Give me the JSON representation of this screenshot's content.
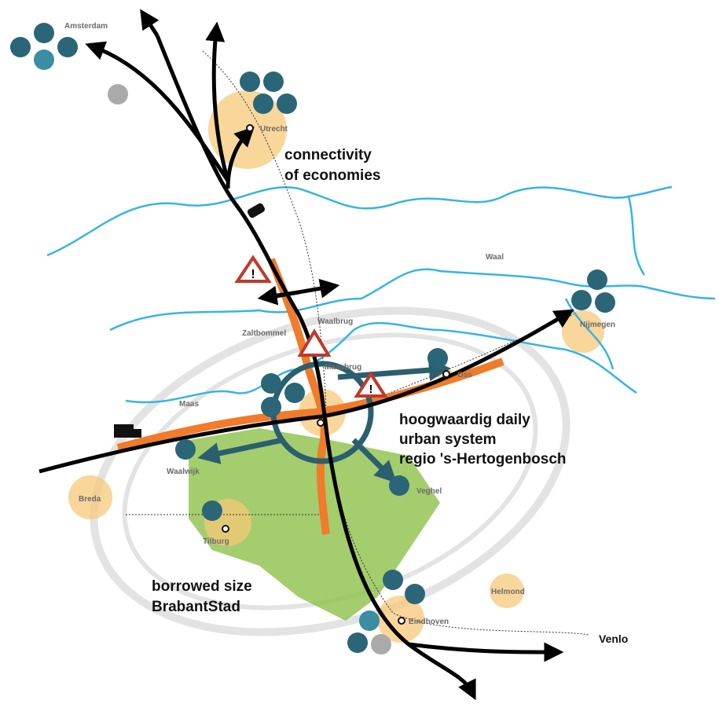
{
  "labels": {
    "amsterdam": "Amsterdam",
    "utrecht": "Utrecht",
    "connectivity_1": "connectivity",
    "connectivity_2": "of economies",
    "waal": "Waal",
    "nijmegen": "Nijmegen",
    "waalbrug": "Waalbrug",
    "zaltbommel": "Zaltbommel",
    "maasbrug": "Maasbrug",
    "oss": "Oss",
    "maas": "Maas",
    "hoog_1": "hoogwaardig daily",
    "hoog_2": "urban system",
    "hoog_3": "regio 's-Hertogenbosch",
    "waalwijk": "Waalwijk",
    "veghel": "Veghel",
    "breda": "Breda",
    "tilburg": "Tilburg",
    "borrowed_1": "borrowed size",
    "borrowed_2": "BrabantStad",
    "helmond": "Helmond",
    "eindhoven": "Eindhoven",
    "venlo": "Venlo"
  },
  "colors": {
    "river": "#36b4e5",
    "road": "#000000",
    "congestion": "#f07b2a",
    "icon": "#2a6677",
    "city_halo": "#f7c878",
    "green": "#7fb63a"
  }
}
